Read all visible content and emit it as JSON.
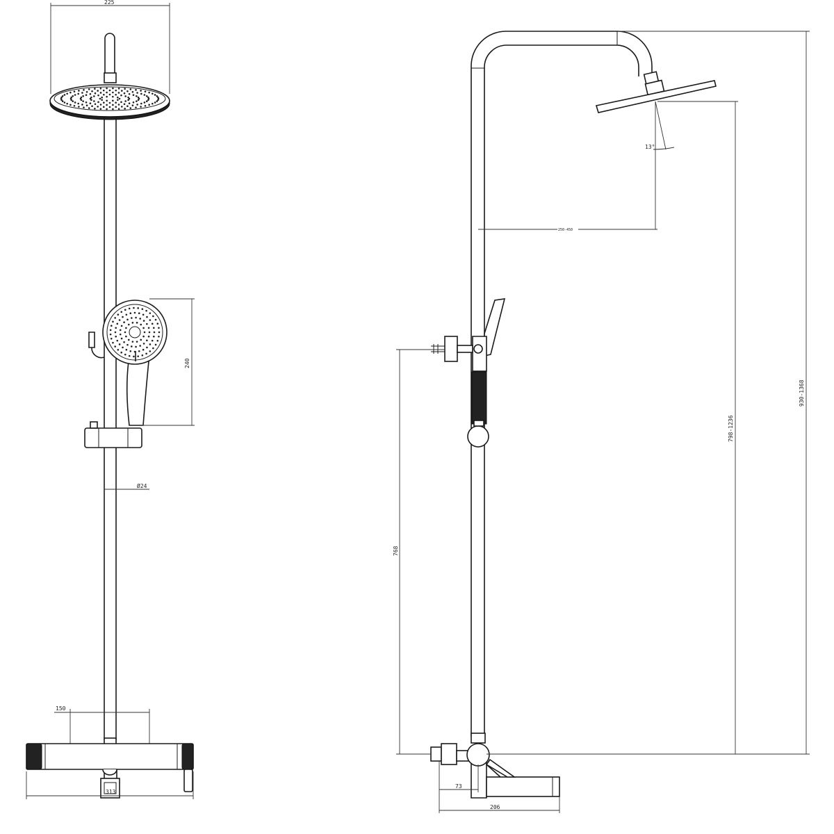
{
  "front_view": {
    "dim_head_width": "225",
    "dim_hand_shower_height": "240",
    "dim_pipe_diameter": "Ø24",
    "dim_inlet_spacing": "150",
    "dim_mixer_width": "313"
  },
  "side_view": {
    "dim_arm_reach": "250-450",
    "dim_head_angle": "13°",
    "dim_mixer_to_bracket": "768",
    "dim_head_height": "798-1236",
    "dim_total_height": "930-1368",
    "dim_wall_to_outlet": "73",
    "dim_spout_reach": "206"
  }
}
